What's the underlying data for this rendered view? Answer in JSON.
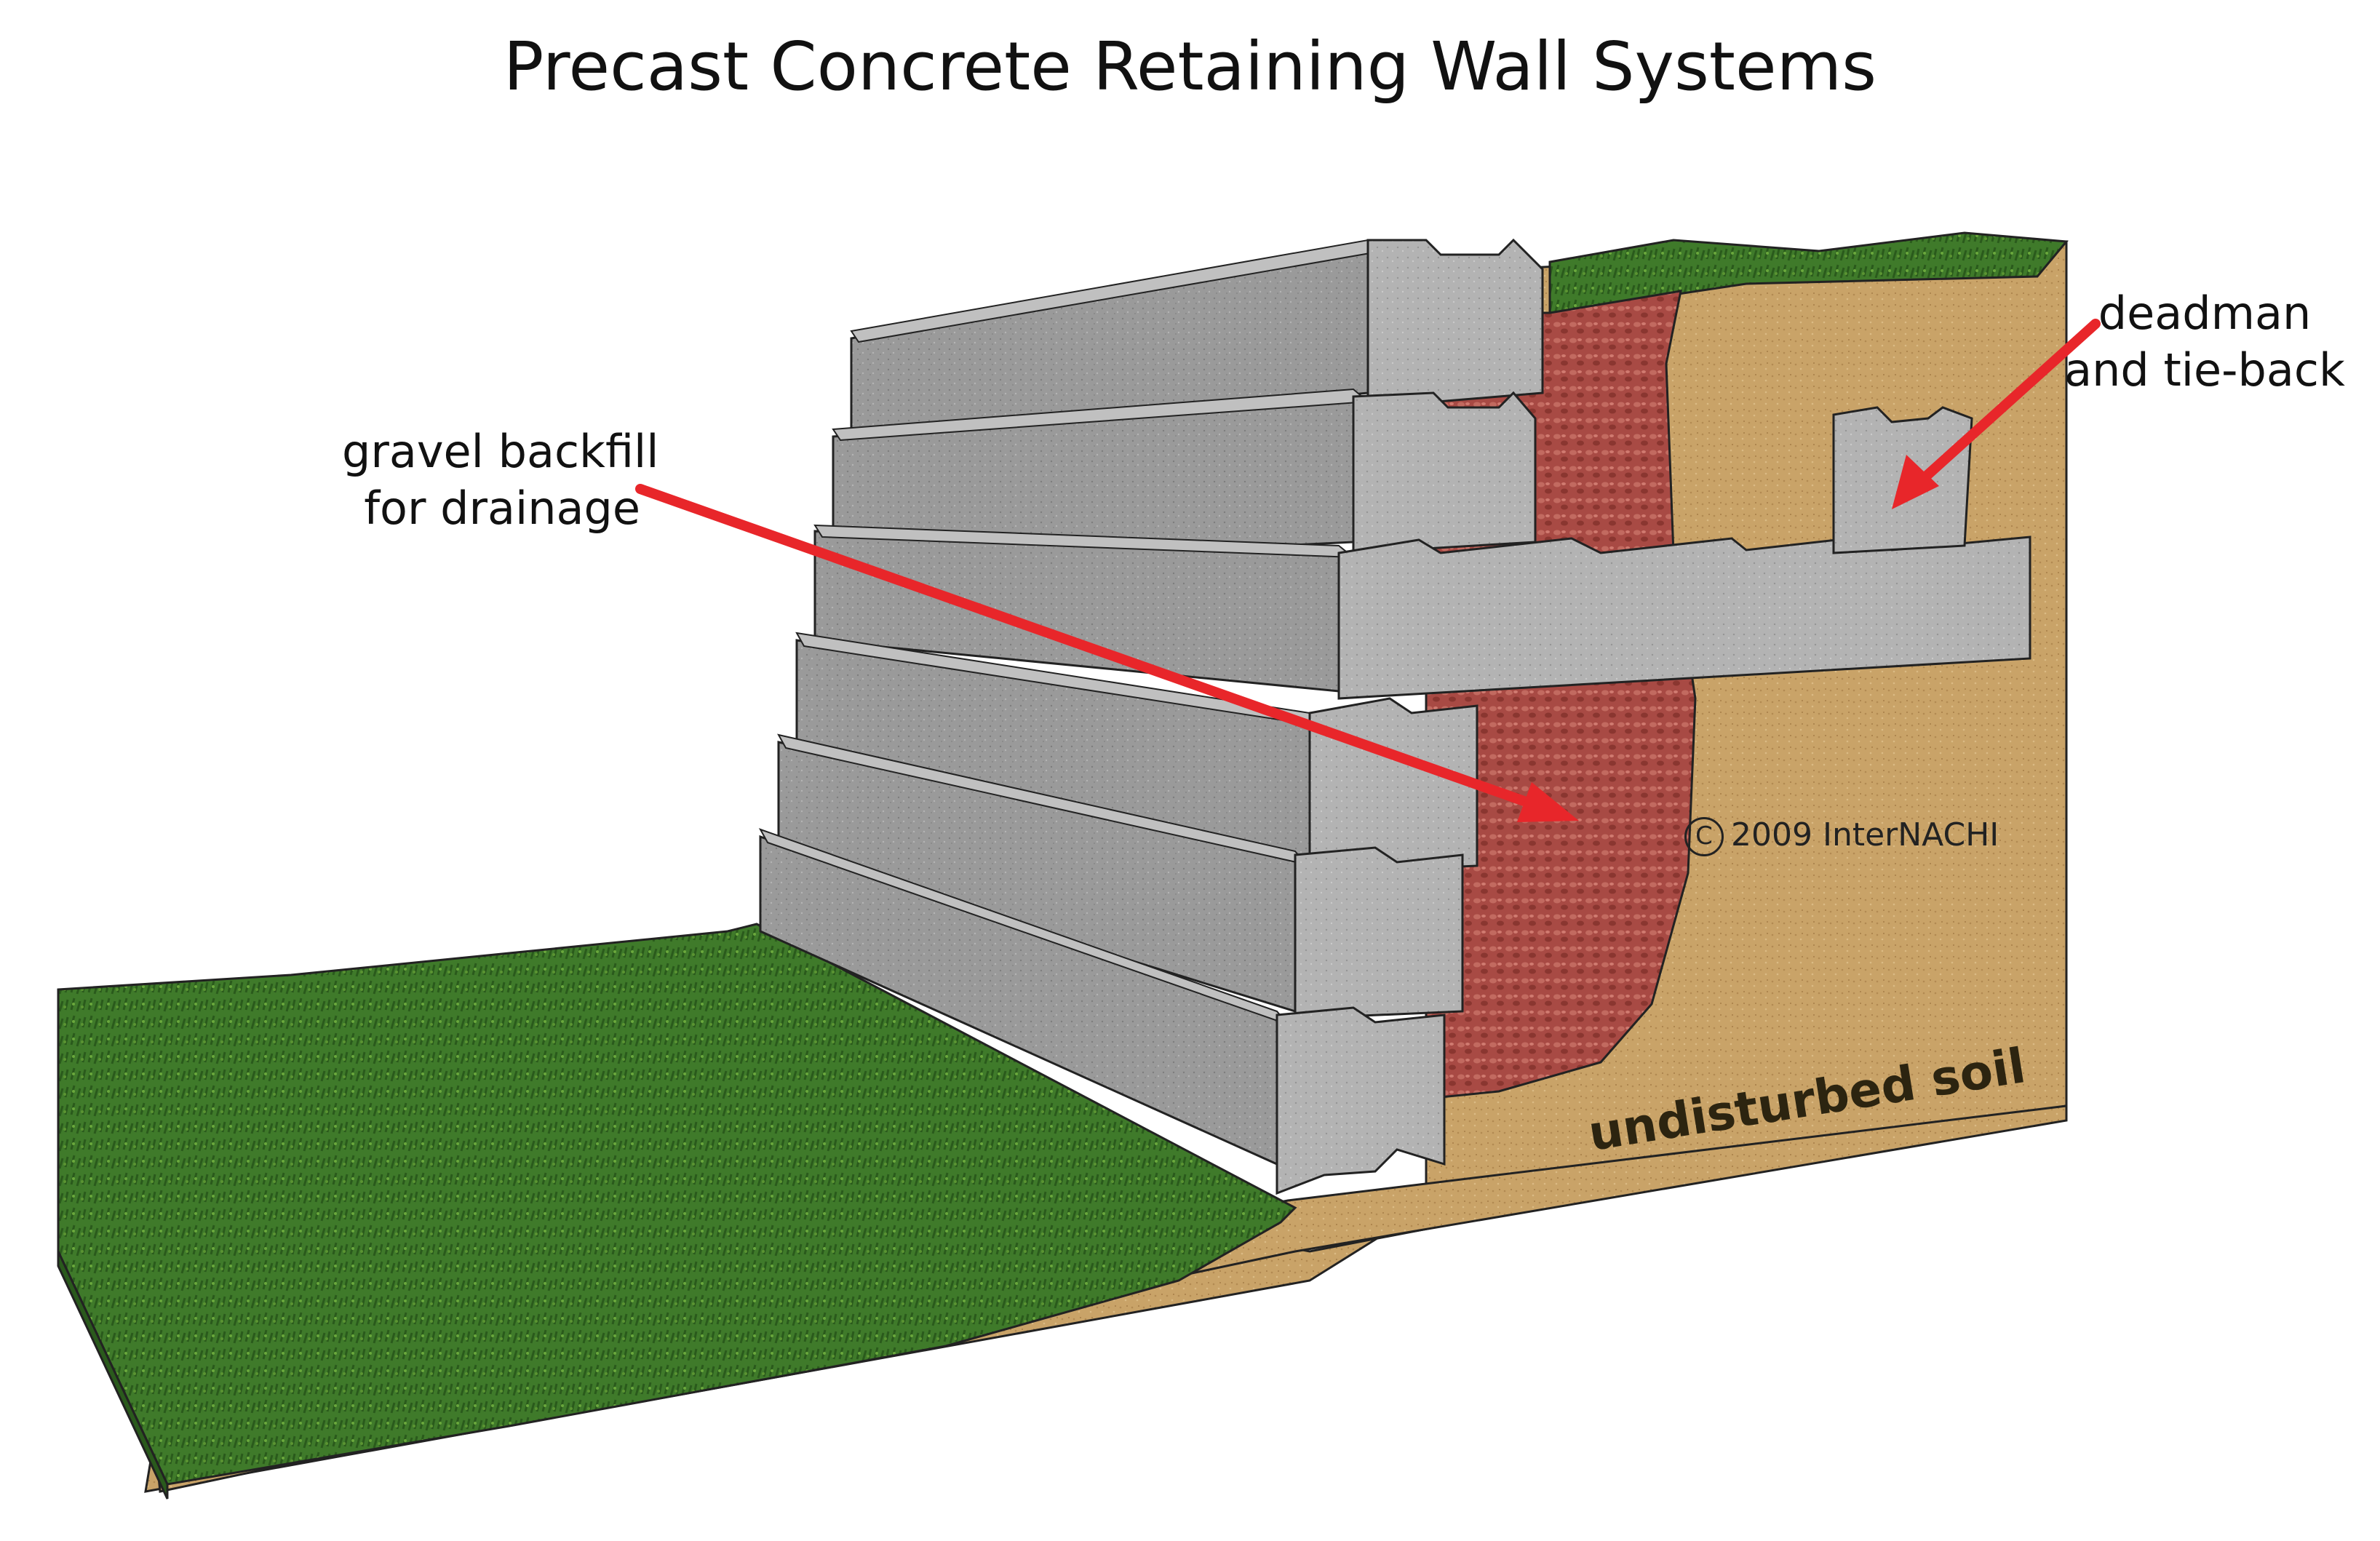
{
  "title": "Precast Concrete Retaining Wall Systems",
  "labels": {
    "gravel_line1": "gravel backfill",
    "gravel_line2": "for drainage",
    "deadman_line1": "deadman",
    "deadman_line2": "and tie-back",
    "soil": "undisturbed soil",
    "copyright_symbol": "C",
    "copyright_text": "2009  InterNACHI"
  },
  "colors": {
    "grass": "#3f7a2a",
    "grass_dark": "#2a5a1c",
    "soil": "#c9a368",
    "gravel": "#a84a44",
    "concrete": "#9a9a9a",
    "arrow": "#e8262a"
  }
}
